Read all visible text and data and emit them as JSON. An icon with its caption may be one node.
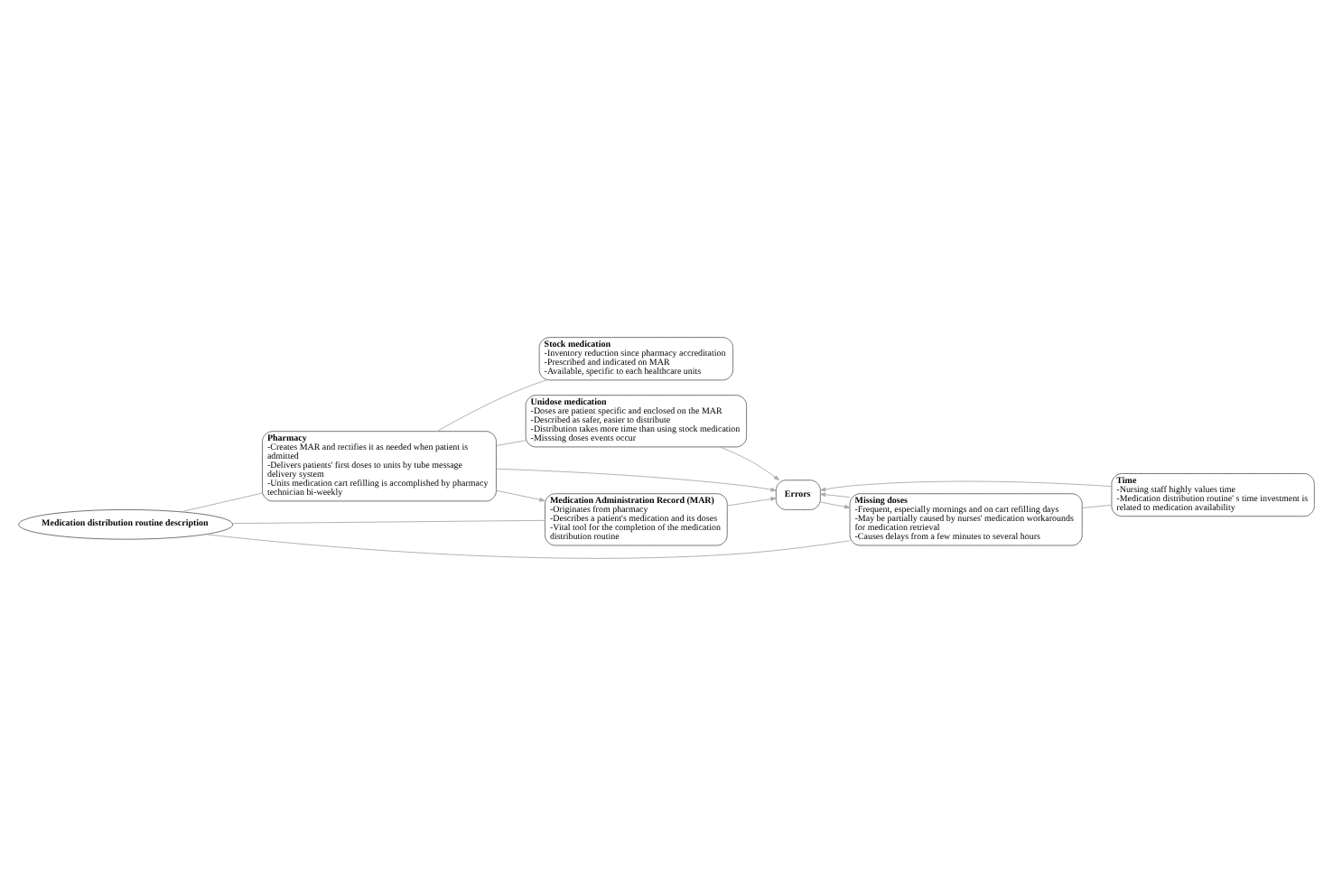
{
  "diagram": {
    "nodes": [
      {
        "text": [
          "Medication distribution routine description"
        ]
      },
      {
        "text": [
          "Pharmacy",
          "-Creates MAR and rectifies it as needed when patient is admitted",
          "-Delivers patients' first doses to units by tube message delivery system",
          "-Units medication cart refilling is accomplished by pharmacy technician bi-weekly"
        ]
      },
      {
        "text": [
          "Stock medication",
          "-Inventory reduction since pharmacy accreditation",
          "-Prescribed and indicated on MAR",
          "-Available, specific to each healthcare units"
        ]
      },
      {
        "text": [
          "Unidose medication",
          "-Doses are patient specific and enclosed on the MAR",
          "-Described as safer, easier to distribute",
          "-Distribution takes more time than using stock medication",
          "-Misssing doses events occur"
        ]
      },
      {
        "text": [
          "Medication Administration Record (MAR)",
          "-Originates from pharmacy",
          "-Describes a patient's medication and its doses",
          "-Vital tool for the completion of the medication distribution routine"
        ]
      },
      {
        "text": [
          "Errors"
        ]
      },
      {
        "text": [
          "Missing doses",
          "-Frequent, especially mornings and on cart refilling days",
          "-May be partially caused by nurses' medication workarounds for medication retrieval",
          "-Causes delays from a few minutes to several hours"
        ]
      },
      {
        "text": [
          "Time",
          "-Nursing staff highly values time",
          "-Medication distribution routine' s time investment is related to medication availability"
        ]
      }
    ],
    "edges": [
      {
        "from": 0,
        "to": 1,
        "arrow": "none"
      },
      {
        "from": 0,
        "to": 4,
        "arrow": "none"
      },
      {
        "from": 0,
        "to": 6,
        "arrow": "none"
      },
      {
        "from": 1,
        "to": 2,
        "arrow": "none"
      },
      {
        "from": 1,
        "to": 3,
        "arrow": "none"
      },
      {
        "from": 1,
        "to": 4,
        "arrow": "to"
      },
      {
        "from": 1,
        "to": 5,
        "arrow": "to"
      },
      {
        "from": 4,
        "to": 5,
        "arrow": "to"
      },
      {
        "from": 3,
        "to": 5,
        "arrow": "to"
      },
      {
        "from": 5,
        "to": 6,
        "arrow": "to"
      },
      {
        "from": 6,
        "to": 5,
        "arrow": "to"
      },
      {
        "from": 6,
        "to": 7,
        "arrow": "none"
      },
      {
        "from": 7,
        "to": 5,
        "arrow": "to"
      }
    ]
  }
}
